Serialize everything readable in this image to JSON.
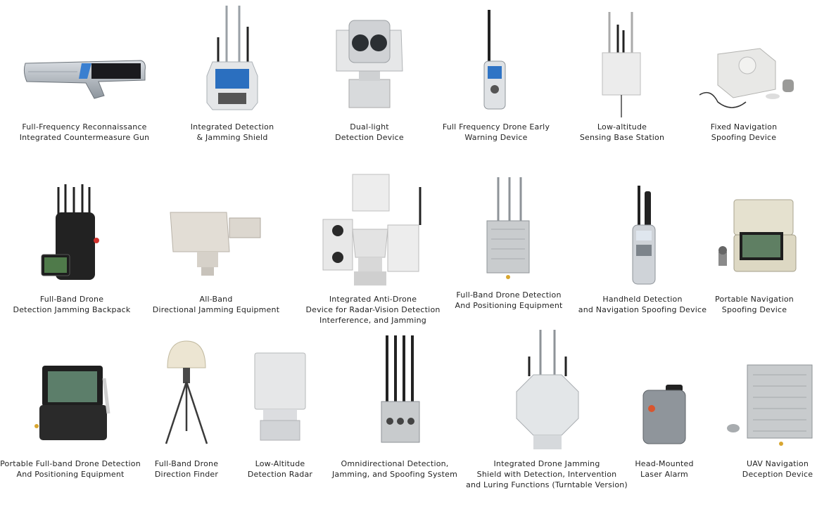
{
  "products": [
    {
      "name": "countermeasure-gun",
      "icon": "gun-device-icon",
      "lines": [
        "Full-Frequency Reconnaissance",
        "Integrated Countermeasure Gun"
      ]
    },
    {
      "name": "detection-jamming-shield",
      "icon": "shield-terminal-icon",
      "lines": [
        "Integrated Detection",
        "& Jamming Shield"
      ]
    },
    {
      "name": "dual-light-detection",
      "icon": "dual-camera-icon",
      "lines": [
        "Dual-light",
        "Detection Device"
      ]
    },
    {
      "name": "early-warning-device",
      "icon": "handheld-radio-icon",
      "lines": [
        "Full Frequency Drone Early",
        "Warning Device"
      ]
    },
    {
      "name": "sensing-base-station",
      "icon": "base-station-icon",
      "lines": [
        "Low-altitude",
        "Sensing Base Station"
      ]
    },
    {
      "name": "fixed-navigation-spoofing",
      "icon": "junction-box-icon",
      "lines": [
        "Fixed Navigation",
        "Spoofing Device"
      ]
    },
    {
      "name": "jamming-backpack",
      "icon": "backpack-icon",
      "lines": [
        "Full-Band Drone",
        "Detection Jamming Backpack"
      ]
    },
    {
      "name": "directional-jamming",
      "icon": "directional-jammer-icon",
      "lines": [
        "All-Band",
        "Directional Jamming Equipment"
      ]
    },
    {
      "name": "radar-vision-anti-drone",
      "icon": "radar-turret-icon",
      "lines": [
        "Integrated Anti-Drone",
        "Device for Radar-Vision Detection",
        "Interference, and Jamming"
      ]
    },
    {
      "name": "detection-positioning",
      "icon": "antenna-box-icon",
      "lines": [
        "Full-Band Drone Detection",
        "And Positioning Equipment"
      ]
    },
    {
      "name": "handheld-spoofing",
      "icon": "handheld-device-icon",
      "lines": [
        "Handheld Detection",
        "and Navigation Spoofing Device"
      ]
    },
    {
      "name": "portable-navigation-spoofing",
      "icon": "rugged-case-icon",
      "lines": [
        "Portable Navigation",
        "Spoofing Device"
      ]
    },
    {
      "name": "portable-detection-positioning",
      "icon": "rugged-case-icon",
      "lines": [
        "Portable Full-band Drone Detection",
        "And Positioning Equipment"
      ]
    },
    {
      "name": "direction-finder",
      "icon": "tripod-dome-icon",
      "lines": [
        "Full-Band Drone",
        "Direction Finder"
      ]
    },
    {
      "name": "low-altitude-radar",
      "icon": "radar-panel-icon",
      "lines": [
        "Low-Altitude",
        "Detection Radar"
      ]
    },
    {
      "name": "omnidirectional-system",
      "icon": "multi-antenna-icon",
      "lines": [
        "Omnidirectional Detection,",
        "Jamming, and Spoofing System"
      ]
    },
    {
      "name": "turntable-jamming-shield",
      "icon": "octagon-shield-icon",
      "lines": [
        "Integrated Drone Jamming",
        "Shield with Detection, Intervention",
        "and Luring Functions (Turntable Version)"
      ]
    },
    {
      "name": "laser-alarm",
      "icon": "head-mounted-alarm-icon",
      "lines": [
        "Head-Mounted",
        "Laser Alarm"
      ]
    },
    {
      "name": "uav-deception",
      "icon": "finned-box-icon",
      "lines": [
        "UAV Navigation",
        "Deception Device"
      ]
    }
  ]
}
